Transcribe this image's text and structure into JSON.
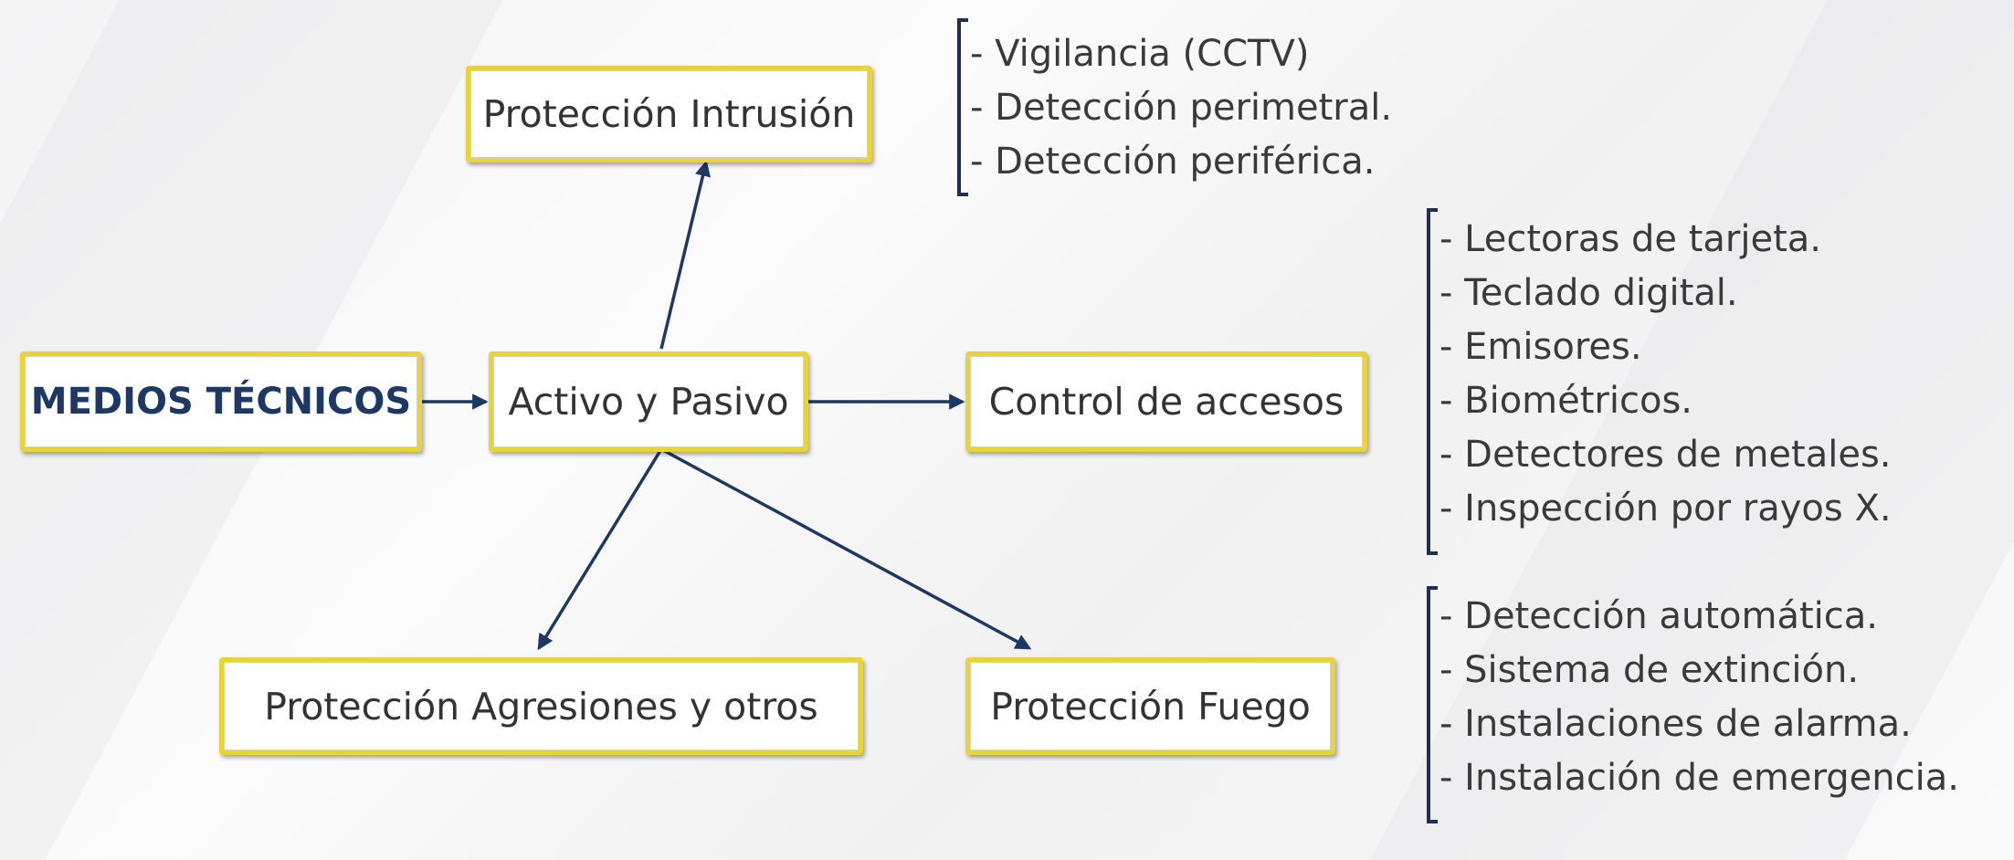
{
  "nodes": {
    "root": "MEDIOS TÉCNICOS",
    "hub": "Activo y Pasivo",
    "intrusion": "Protección Intrusión",
    "access": "Control de accesos",
    "aggression": "Protección Agresiones y otros",
    "fire": "Protección Fuego"
  },
  "lists": {
    "intrusion": [
      "- Vigilancia (CCTV)",
      "- Detección perimetral.",
      "- Detección periférica."
    ],
    "access": [
      "- Lectoras de tarjeta.",
      "- Teclado digital.",
      "- Emisores.",
      "- Biométricos.",
      "- Detectores de metales.",
      "- Inspección por rayos X."
    ],
    "fire": [
      "- Detección automática.",
      "- Sistema de extinción.",
      "- Instalaciones de alarma.",
      "- Instalación de emergencia."
    ]
  },
  "colors": {
    "node_border": "#e8d43a",
    "arrow": "#1d3864",
    "root_text": "#1d3864",
    "bracket": "#1d2f52"
  }
}
